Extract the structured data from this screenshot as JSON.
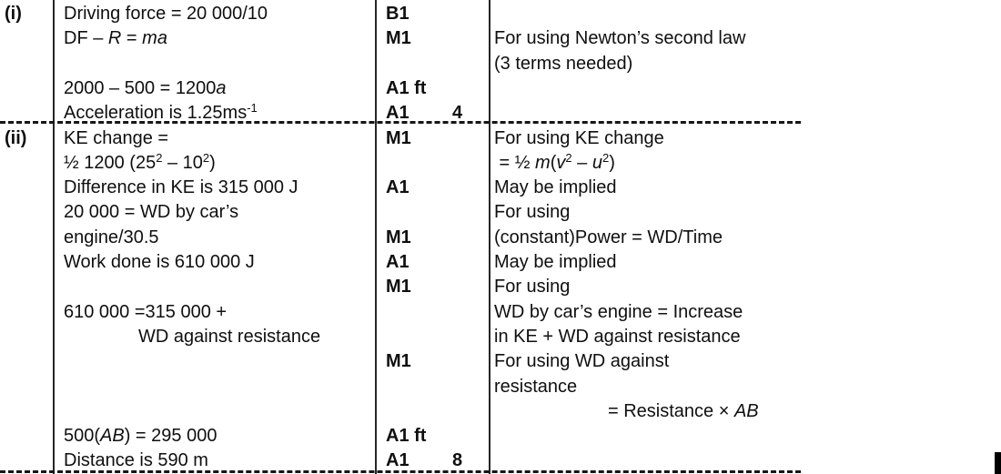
{
  "colors": {
    "ink": "#0f0f0f",
    "background": "#ffffff"
  },
  "rows": [
    {
      "part": "(i)",
      "working": "Driving force = 20 000/10",
      "mark": "B1"
    },
    {
      "working": [
        {
          "t": "DF – ",
          "s": ""
        },
        {
          "t": "R",
          "s": "i"
        },
        {
          "t": " = ",
          "s": ""
        },
        {
          "t": "ma",
          "s": "i"
        }
      ],
      "mark": "M1",
      "comment": "For using Newton’s second law"
    },
    {
      "comment": "(3 terms needed)"
    },
    {
      "working": [
        {
          "t": "2000 – 500 = 1200",
          "s": ""
        },
        {
          "t": "a",
          "s": "i"
        }
      ],
      "mark": "A1 ft"
    },
    {
      "working": [
        {
          "t": "Acceleration is 1.25ms",
          "s": ""
        },
        {
          "t": "-1",
          "s": "sup"
        }
      ],
      "mark": "A1",
      "total": "4"
    },
    {
      "part": "(ii)",
      "working": "KE change =",
      "mark": "M1",
      "comment": "For using KE change"
    },
    {
      "working": [
        {
          "t": "½ 1200 (25",
          "s": ""
        },
        {
          "t": "2",
          "s": "sup"
        },
        {
          "t": " – 10",
          "s": ""
        },
        {
          "t": "2",
          "s": "sup"
        },
        {
          "t": ")",
          "s": ""
        }
      ],
      "comment": [
        {
          "t": " = ½ ",
          "s": ""
        },
        {
          "t": "m",
          "s": "i"
        },
        {
          "t": "(",
          "s": ""
        },
        {
          "t": "v",
          "s": "i"
        },
        {
          "t": "2",
          "s": "sup"
        },
        {
          "t": " – ",
          "s": ""
        },
        {
          "t": "u",
          "s": "i"
        },
        {
          "t": "2",
          "s": "sup"
        },
        {
          "t": ")",
          "s": ""
        }
      ]
    },
    {
      "working": "Difference in KE is 315 000 J",
      "mark": "A1",
      "comment": "May be implied"
    },
    {
      "working": "20 000 = WD by car’s",
      "comment": "For using"
    },
    {
      "working": "engine/30.5",
      "mark": "M1",
      "comment": "(constant)Power = WD/Time"
    },
    {
      "working": "Work done is 610 000 J",
      "mark": "A1",
      "comment": "May be implied"
    },
    {
      "mark": "M1",
      "comment": "For using"
    },
    {
      "working": "610 000 =315 000 +",
      "comment": "WD by car’s engine = Increase"
    },
    {
      "working": "WD against resistance",
      "working_indent": 82,
      "comment": "in KE + WD against resistance"
    },
    {
      "mark": "M1",
      "comment": "For using WD against"
    },
    {
      "comment": "resistance"
    },
    {
      "comment": [
        {
          "t": "= Resistance × ",
          "s": ""
        },
        {
          "t": "AB",
          "s": "i"
        }
      ],
      "comment_indent": 125
    },
    {
      "working": [
        {
          "t": "500(",
          "s": ""
        },
        {
          "t": "AB",
          "s": "i"
        },
        {
          "t": ") = 295 000",
          "s": ""
        }
      ],
      "mark": "A1 ft"
    },
    {
      "working": "Distance is 590 m",
      "mark": "A1",
      "total": "8"
    }
  ]
}
